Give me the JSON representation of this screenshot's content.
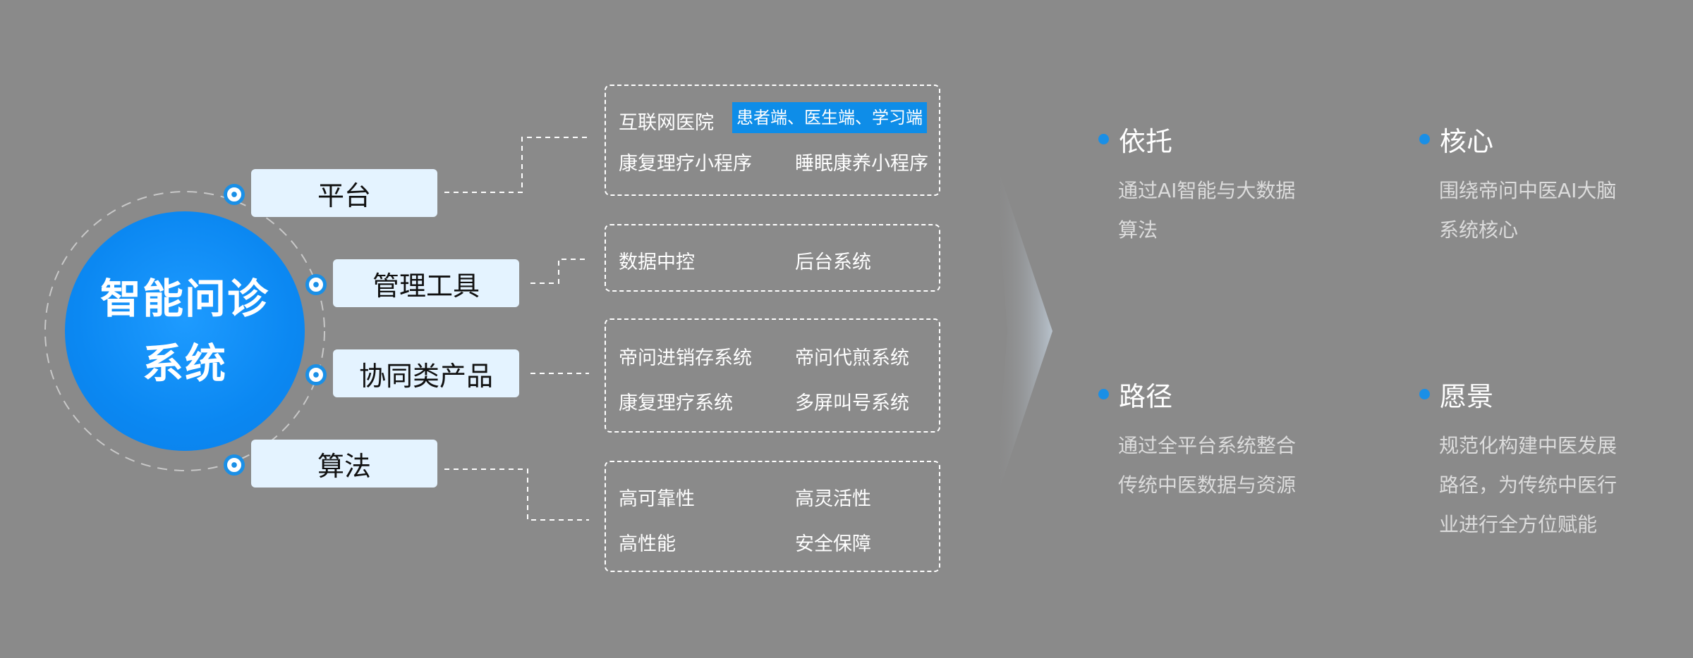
{
  "hub": {
    "title": "智能问诊系统"
  },
  "branches": [
    {
      "label": "平台"
    },
    {
      "label": "管理工具"
    },
    {
      "label": "协同类产品"
    },
    {
      "label": "算法"
    }
  ],
  "platform_box": {
    "rows": [
      [
        "互联网医院",
        ""
      ],
      [
        "康复理疗小程序",
        "睡眠康养小程序"
      ]
    ],
    "tag": "患者端、医生端、学习端"
  },
  "tools_box": {
    "rows": [
      [
        "数据中控",
        "后台系统"
      ]
    ]
  },
  "collab_box": {
    "rows": [
      [
        "帝问进销存系统",
        "帝问代煎系统"
      ],
      [
        "康复理疗系统",
        "多屏叫号系统"
      ]
    ]
  },
  "algo_box": {
    "rows": [
      [
        "高可靠性",
        "高灵活性"
      ],
      [
        "高性能",
        "安全保障"
      ]
    ]
  },
  "features": [
    {
      "title": "依托",
      "desc": "通过AI智能与大数据算法"
    },
    {
      "title": "核心",
      "desc": "围绕帝问中医AI大脑系统核心"
    },
    {
      "title": "路径",
      "desc": "通过全平台系统整合传统中医数据与资源"
    },
    {
      "title": "愿景",
      "desc": "规范化构建中医发展路径，为传统中医行业进行全方位赋能"
    }
  ],
  "colors": {
    "background": "#8a8a8a",
    "accent": "#1a8fe6",
    "branch_fill": "#e4f3ff"
  }
}
